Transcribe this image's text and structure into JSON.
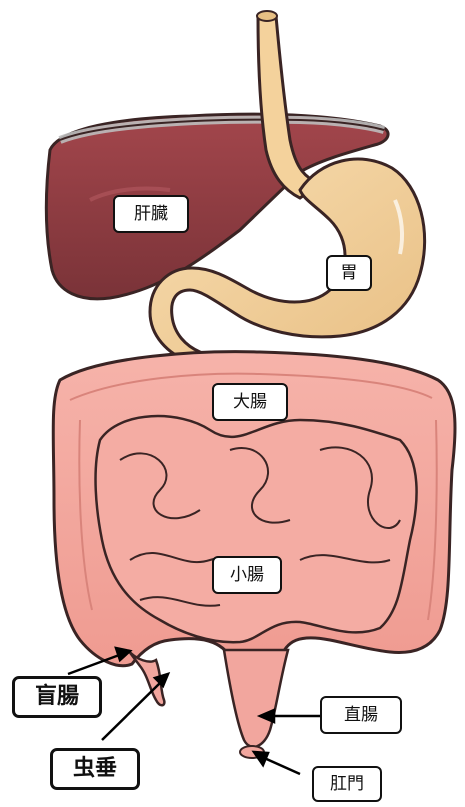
{
  "labels": {
    "liver": "肝臓",
    "stomach": "胃",
    "large_intestine": "大腸",
    "small_intestine": "小腸",
    "cecum": "盲腸",
    "appendix": "虫垂",
    "rectum": "直腸",
    "anus": "肛門"
  },
  "colors": {
    "liver": "#8e3d43",
    "stomach": "#f2cf96",
    "intestine": "#f2a69e",
    "outline": "#3a2424"
  }
}
